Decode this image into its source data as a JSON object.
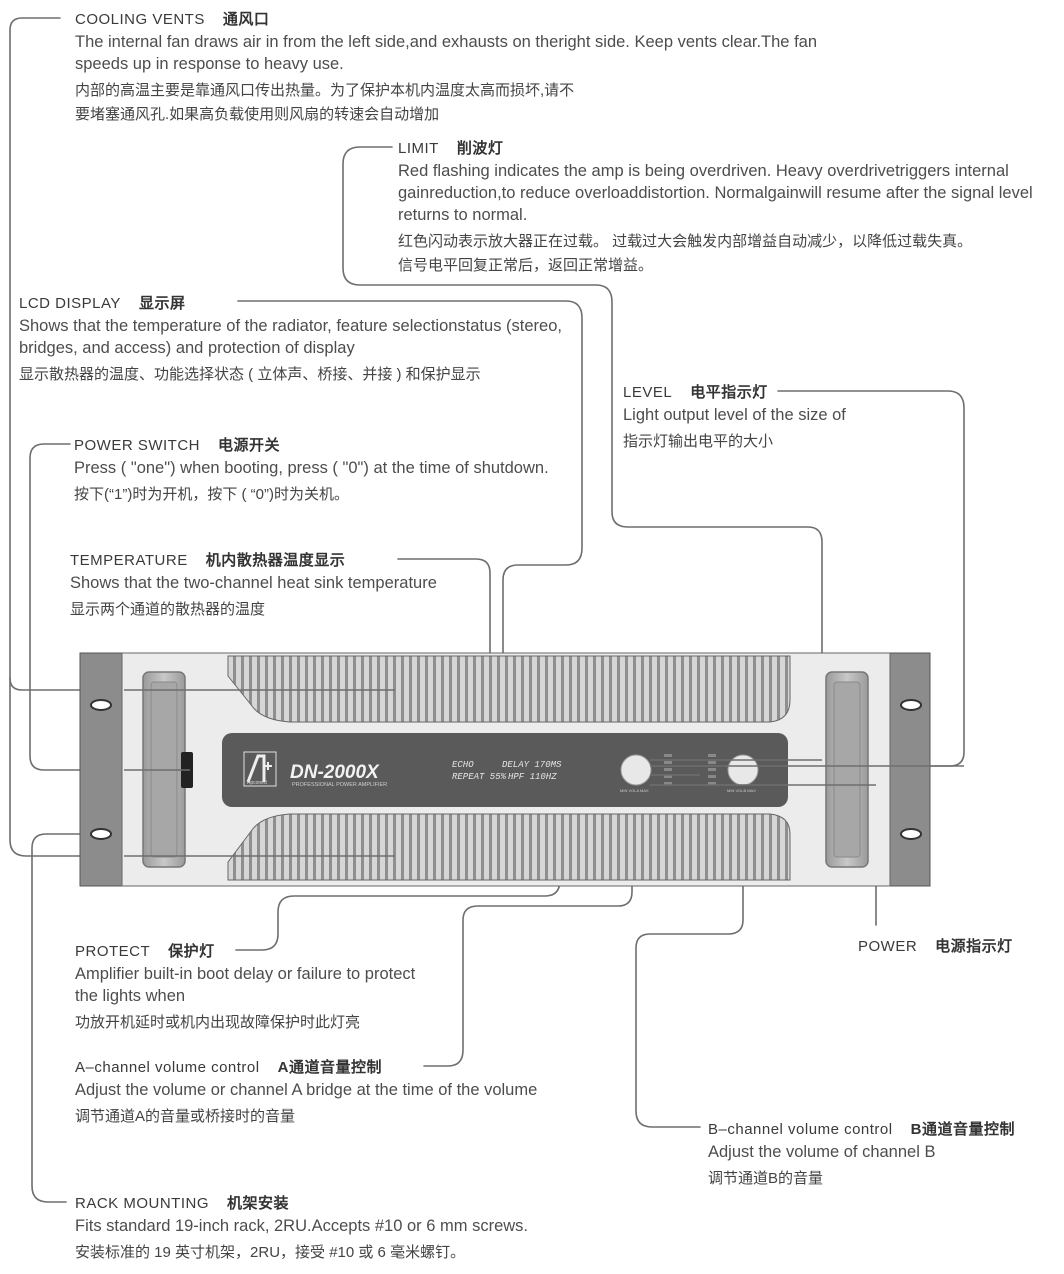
{
  "callouts": {
    "cooling_vents": {
      "label_en": "COOLING  VENTS",
      "label_zh": "通风口",
      "desc_en": "The internal fan draws air in from the left side,and exhausts on theright side. Keep vents clear.The fan speeds up in response to heavy use.",
      "desc_zh_1": "内部的高温主要是靠通风口传出热量。为了保护本机内温度太高而损坏,请不",
      "desc_zh_2": "要堵塞通风孔.如果高负载使用则风扇的转速会自动增加"
    },
    "limit": {
      "label_en": "LIMIT",
      "label_zh": "削波灯",
      "desc_en": "Red flashing indicates the amp is being overdriven. Heavy overdrivetriggers internal gainreduction,to reduce overloaddistortion. Normalgainwill resume after the signal level returns to normal.",
      "desc_zh_1": "红色闪动表示放大器正在过载。 过载过大会触发内部增益自动减少，以降低过载失真。",
      "desc_zh_2": "信号电平回复正常后，返回正常增益。"
    },
    "lcd_display": {
      "label_en": "LCD DISPLAY",
      "label_zh": "显示屏",
      "desc_en": "Shows that the temperature of the radiator, feature selectionstatus (stereo, bridges, and access) and protection of display",
      "desc_zh": "显示散热器的温度、功能选择状态 ( 立体声、桥接、并接 ) 和保护显示"
    },
    "level": {
      "label_en": "LEVEL",
      "label_zh": "电平指示灯",
      "desc_en": "Light output level of the size of",
      "desc_zh": "指示灯输出电平的大小"
    },
    "power_switch": {
      "label_en": "POWER  SWITCH",
      "label_zh": "电源开关",
      "desc_en": "Press ( \"one\") when booting, press ( \"0\") at the time of shutdown.",
      "desc_zh": "按下(“1”)时为开机，按下 (    “0”)时为关机。"
    },
    "temperature": {
      "label_en": "TEMPERATURE",
      "label_zh": "机内散热器温度显示",
      "desc_en": "Shows that the two-channel heat sink temperature",
      "desc_zh": "显示两个通道的散热器的温度"
    },
    "protect": {
      "label_en": "PROTECT",
      "label_zh": "保护灯",
      "desc_en": "Amplifier built-in boot delay or failure to protect the lights when",
      "desc_zh": "功放开机延时或机内出现故障保护时此灯亮"
    },
    "power": {
      "label_en": "POWER",
      "label_zh": "电源指示灯"
    },
    "a_channel": {
      "label_en": "A–channel  volume  control",
      "label_zh": "A通道音量控制",
      "desc_en": "Adjust the volume or channel A bridge at the time of the volume",
      "desc_zh": "调节通道A的音量或桥接时的音量"
    },
    "b_channel": {
      "label_en": "B–channel  volume  control",
      "label_zh": "B通道音量控制",
      "desc_en": "Adjust the volume of channel B",
      "desc_zh": "调节通道B的音量"
    },
    "rack_mounting": {
      "label_en": "RACK MOUNTING",
      "label_zh": "机架安装",
      "desc_en": "Fits standard 19-inch rack, 2RU.Accepts #10 or 6 mm screws.",
      "desc_zh": "安装标准的 19 英寸机架，2RU，接受 #10 或 6 毫米螺钉。"
    }
  },
  "device": {
    "model": "DN-2000X",
    "subtitle": "PROFESSIONAL POWER AMPLIFIER",
    "brand": "Apconed",
    "lcd_line1_left": "ECHO",
    "lcd_line1_right": "DELAY 170MS",
    "lcd_line2_left": "REPEAT 55%",
    "lcd_line2_right": "HPF 110HZ",
    "knob_a_labels": "MIN  VOLA  MAX",
    "knob_b_labels": "MIN  VOLB  MAX"
  },
  "colors": {
    "panel": "#8c8c8c",
    "faceplate": "#ebebeb",
    "display_bar": "#5a5a5a",
    "leader_line": "#666666"
  }
}
